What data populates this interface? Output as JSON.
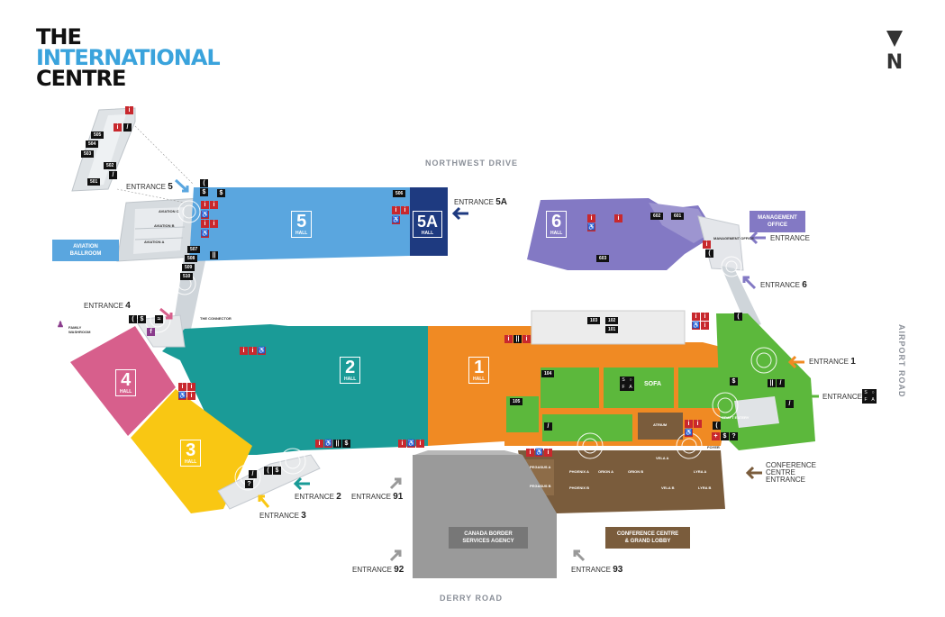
{
  "logo": {
    "line1": "THE",
    "line2": "INTERNATIONAL",
    "line3": "CENTRE"
  },
  "roads": {
    "north": "NORTHWEST DRIVE",
    "south": "DERRY ROAD",
    "east": "AIRPORT ROAD"
  },
  "halls": [
    {
      "number": "1",
      "label": "HALL",
      "color": "#f08a23"
    },
    {
      "number": "2",
      "label": "HALL",
      "color": "#1a9b97"
    },
    {
      "number": "3",
      "label": "HALL",
      "color": "#f9c713"
    },
    {
      "number": "4",
      "label": "HALL",
      "color": "#d75f8c"
    },
    {
      "number": "5",
      "label": "HALL",
      "color": "#5aa6df"
    },
    {
      "number": "5A",
      "label": "HALL",
      "color": "#1e3a80"
    },
    {
      "number": "6",
      "label": "HALL",
      "color": "#8379c4"
    }
  ],
  "entrances": {
    "e1": {
      "word": "ENTRANCE",
      "num": "1"
    },
    "e2": {
      "word": "ENTRANCE",
      "num": "2"
    },
    "e3": {
      "word": "ENTRANCE",
      "num": "3"
    },
    "e4": {
      "word": "ENTRANCE",
      "num": "4"
    },
    "e5": {
      "word": "ENTRANCE",
      "num": "5"
    },
    "e5a": {
      "word": "ENTRANCE",
      "num": "5A"
    },
    "e6": {
      "word": "ENTRANCE",
      "num": "6"
    },
    "e91": {
      "word": "ENTRANCE",
      "num": "91"
    },
    "e92": {
      "word": "ENTRANCE",
      "num": "92"
    },
    "e93": {
      "word": "ENTRANCE",
      "num": "93"
    },
    "sofa": {
      "word": "ENTRANCE"
    },
    "mgmt": {
      "word": "ENTRANCE"
    },
    "conf": {
      "line1": "CONFERENCE",
      "line2": "CENTRE",
      "line3": "ENTRANCE"
    }
  },
  "tags": {
    "aviation_ballroom": [
      "AVIATION",
      "BALLROOM"
    ],
    "management_office": [
      "MANAGEMENT",
      "OFFICE"
    ],
    "cbsa": [
      "CANADA BORDER",
      "SERVICES AGENCY"
    ],
    "conference": [
      "CONFERENCE CENTRE",
      "& GRAND LOBBY"
    ]
  },
  "rooms": {
    "r101": "101",
    "r102": "102",
    "r103": "103",
    "r104": "104",
    "r105": "105",
    "r501": "501",
    "r502": "502",
    "r503": "503",
    "r504": "504",
    "r505": "505",
    "r506": "506",
    "r507": "507",
    "r508": "508",
    "r509": "509",
    "r510": "510",
    "r601": "601",
    "r602": "602",
    "r603": "603"
  },
  "labels": {
    "aviation_a": "AVIATION A",
    "aviation_b": "AVIATION B",
    "aviation_c": "AVIATION C",
    "connector": "THE CONNECTOR",
    "family1": "FAMILY",
    "family2": "WASHROOM",
    "sofa": "SOFA",
    "sofa_letters": [
      "S",
      "○",
      "F",
      "A"
    ],
    "craft_eatery": "CRAFT EATERY",
    "mgmt_office": "MANAGEMENT OFFICE",
    "conf_rooms": [
      "PEGASUS A",
      "PEGASUS B",
      "PHOENIX A",
      "PHOENIX B",
      "ORION A",
      "ORION B",
      "VELA A",
      "VELA B",
      "LYRA A",
      "LYRA B",
      "ATRIUM",
      "FOYER"
    ]
  },
  "colors": {
    "hall1": "#f08a23",
    "hall2": "#1a9b97",
    "hall3": "#f9c713",
    "hall4": "#d75f8c",
    "hall5": "#5aa6df",
    "hall5a": "#1e3a80",
    "hall6": "#8379c4",
    "green": "#5cb83c",
    "brown": "#7a5c3c",
    "cbsa": "#9a9a9a",
    "washroom": "#c8282d"
  }
}
